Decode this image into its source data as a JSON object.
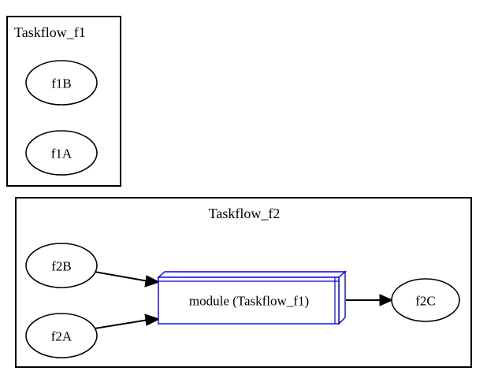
{
  "diagram": {
    "type": "graphviz-taskflow-composition",
    "background_color": "#ffffff",
    "node_outline_color": "#000000",
    "module_outline_color": "#0000ee",
    "edge_color": "#000000"
  },
  "clusters": [
    {
      "id": "cluster_f1",
      "label": "Taskflow_f1",
      "label_align": "left",
      "nodes": [
        {
          "id": "f1B",
          "label": "f1B",
          "shape": "ellipse"
        },
        {
          "id": "f1A",
          "label": "f1A",
          "shape": "ellipse"
        }
      ]
    },
    {
      "id": "cluster_f2",
      "label": "Taskflow_f2",
      "label_align": "center",
      "nodes": [
        {
          "id": "f2B",
          "label": "f2B",
          "shape": "ellipse"
        },
        {
          "id": "f2A",
          "label": "f2A",
          "shape": "ellipse"
        },
        {
          "id": "module",
          "label": "module (Taskflow_f1)",
          "shape": "box3d"
        },
        {
          "id": "f2C",
          "label": "f2C",
          "shape": "ellipse"
        }
      ]
    }
  ],
  "edges": [
    {
      "from": "f2B",
      "to": "module",
      "arrow": "normal"
    },
    {
      "from": "f2A",
      "to": "module",
      "arrow": "normal"
    },
    {
      "from": "module",
      "to": "f2C",
      "arrow": "normal"
    }
  ]
}
